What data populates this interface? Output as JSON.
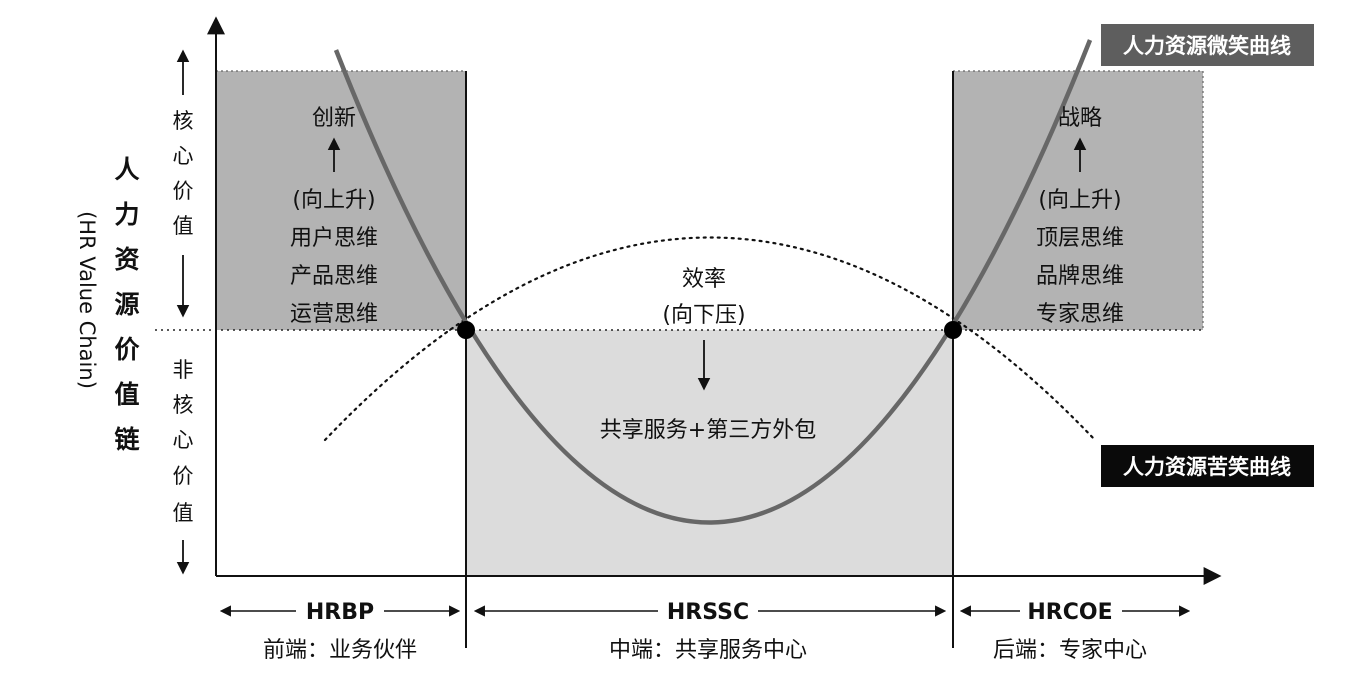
{
  "y_axis": {
    "title_chars": [
      "人",
      "力",
      "资",
      "源",
      "价",
      "值",
      "链"
    ],
    "subtitle": "(HR Value Chain)",
    "core_chars": [
      "核",
      "心",
      "价",
      "值"
    ],
    "noncore_chars": [
      "非",
      "核",
      "心",
      "价",
      "值"
    ]
  },
  "curve_labels": {
    "smile": "人力资源微笑曲线",
    "bitter": "人力资源苦笑曲线"
  },
  "left_zone": {
    "lines": [
      "创新",
      "(向上升)",
      "用户思维",
      "产品思维",
      "运营思维"
    ]
  },
  "right_zone": {
    "lines": [
      "战略",
      "(向上升)",
      "顶层思维",
      "品牌思维",
      "专家思维"
    ]
  },
  "middle_zone": {
    "efficiency": "效率",
    "push_down": "(向下压)",
    "shared": "共享服务+第三方外包"
  },
  "segments": [
    {
      "name": "HRBP",
      "desc": "前端：业务伙伴"
    },
    {
      "name": "HRSSC",
      "desc": "中端：共享服务中心"
    },
    {
      "name": "HRCOE",
      "desc": "后端：专家中心"
    }
  ],
  "colors": {
    "core_fill": "#b3b3b3",
    "shared_fill": "#dcdcdc",
    "curve": "#676767",
    "label_box_dark": "#5e5e5e",
    "label_box_black": "#0a0a0a",
    "ink": "#111111"
  }
}
